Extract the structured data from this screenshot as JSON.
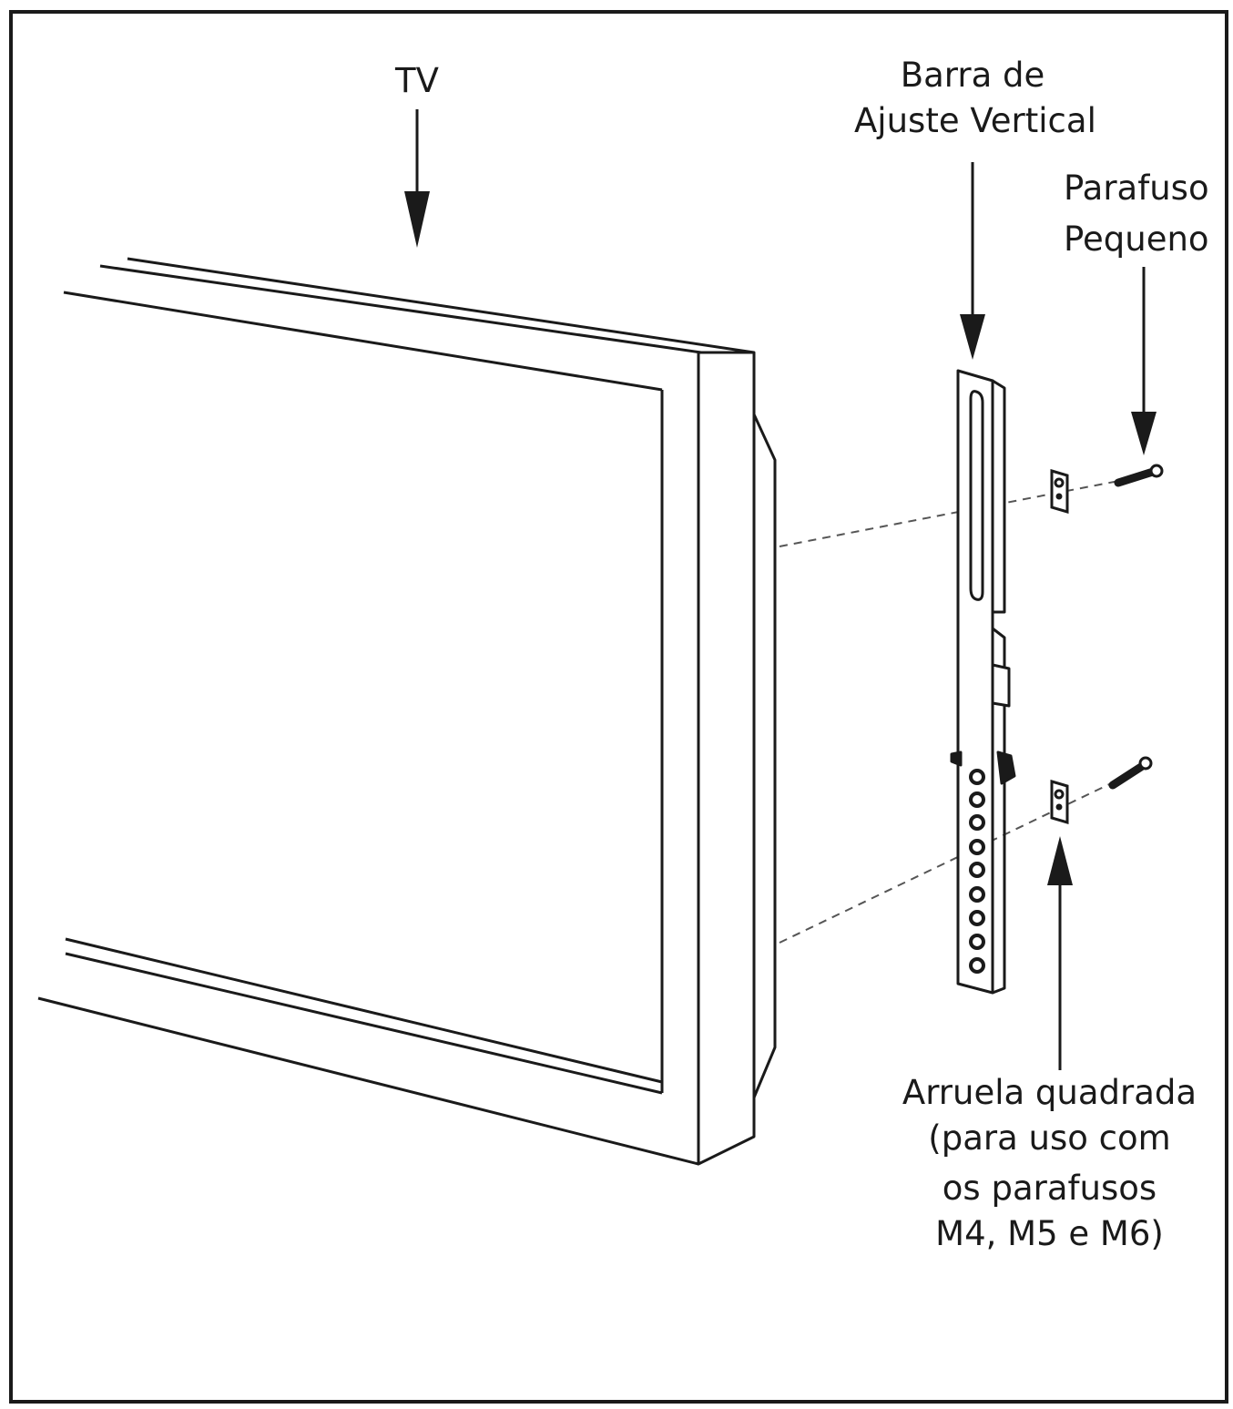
{
  "labels": {
    "tv": "TV",
    "bar_line1": "Barra de",
    "bar_line2": "Ajuste Vertical",
    "screw_line1": "Parafuso",
    "screw_line2": "Pequeno",
    "washer_line1": "Arruela quadrada",
    "washer_line2": "(para uso com",
    "washer_line3": "os parafusos",
    "washer_line4": "M4, M5 e M6)"
  },
  "colors": {
    "ink": "#1a1a1a",
    "background": "#ffffff"
  }
}
